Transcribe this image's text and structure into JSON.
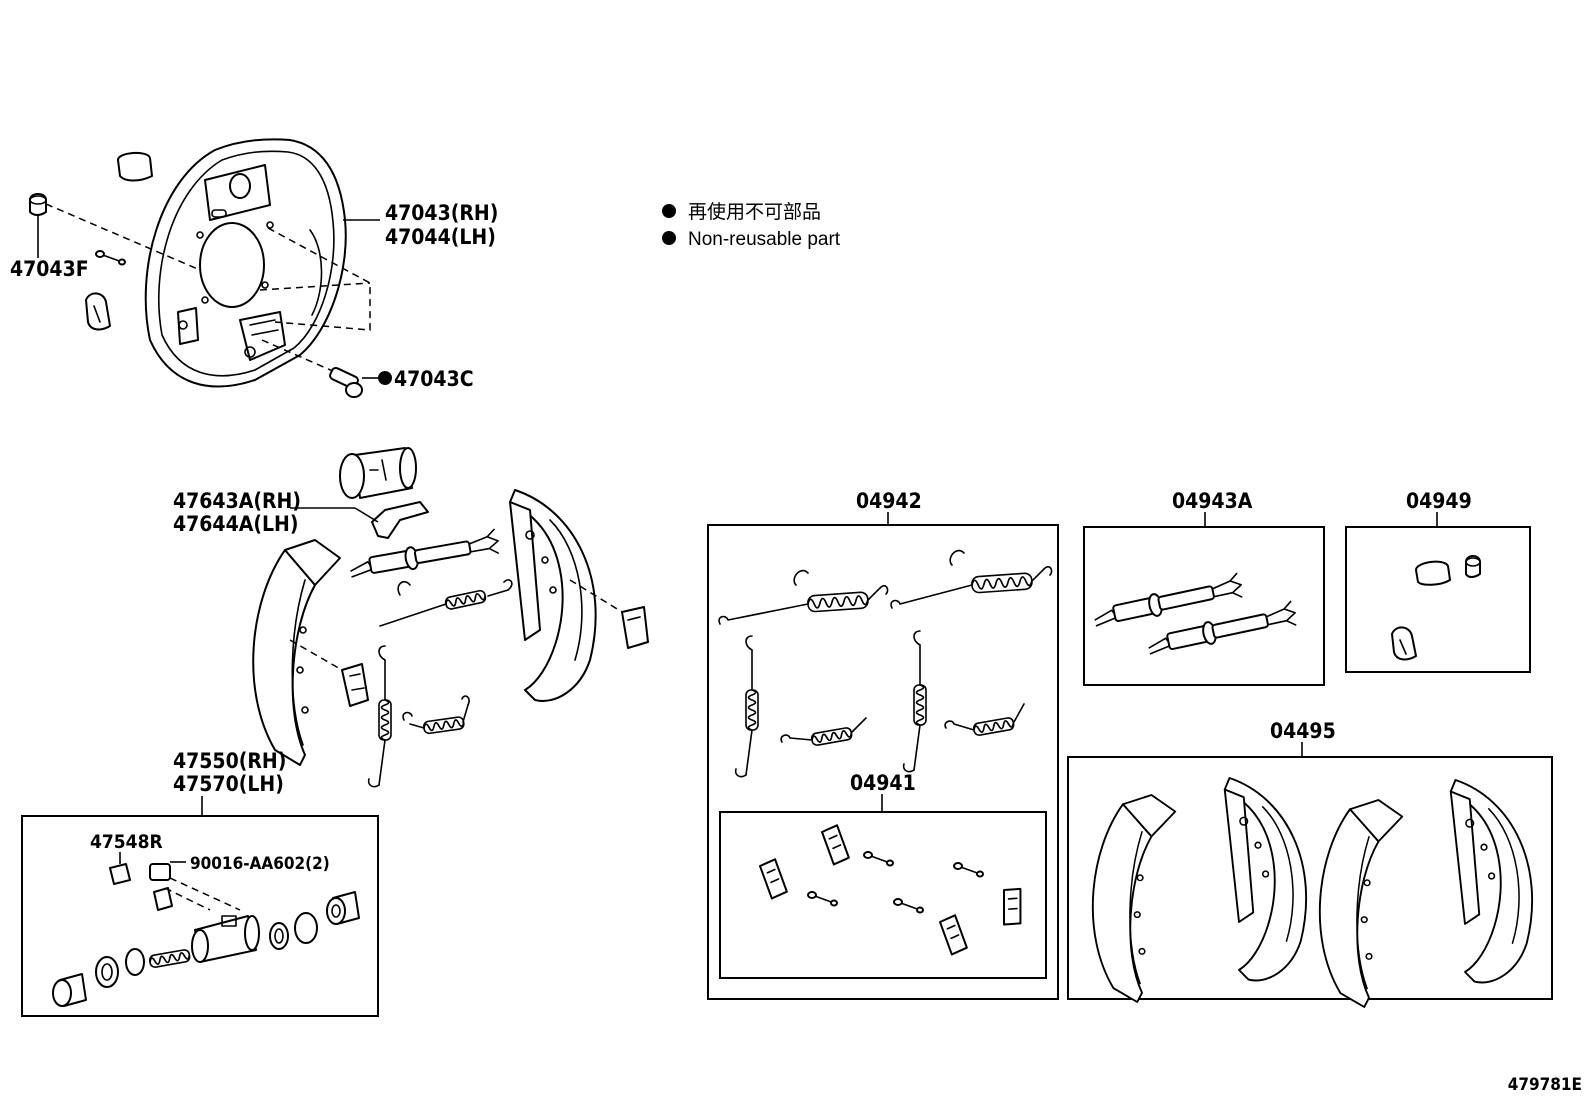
{
  "legend": {
    "bullet_color": "#000000",
    "line_ja": "再使用不可部品",
    "line_en": "Non-reusable part"
  },
  "callouts": {
    "backing_plate_rh": "47043(RH)",
    "backing_plate_lh": "47044(LH)",
    "plug_f": "47043F",
    "bolt_c": "47043C",
    "lever_rh": "47643A(RH)",
    "lever_lh": "47644A(LH)",
    "cylinder_rh": "47550(RH)",
    "cylinder_lh": "47570(LH)",
    "bleeder_cap": "47548R",
    "bleeder_plug": "90016-AA602(2)",
    "kit_04942": "04942",
    "kit_04943a": "04943A",
    "kit_04949": "04949",
    "kit_04941": "04941",
    "kit_04495": "04495"
  },
  "figure_id": "479781E"
}
